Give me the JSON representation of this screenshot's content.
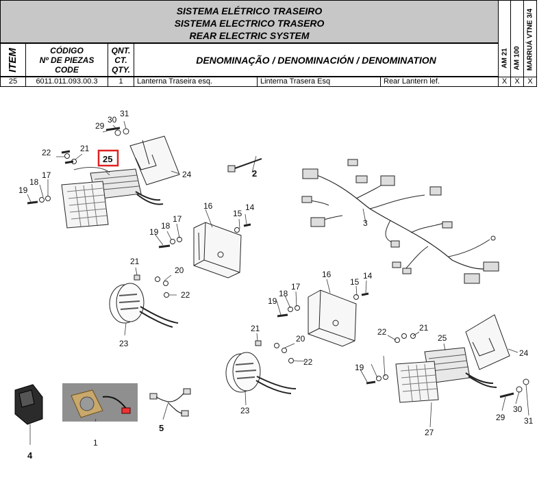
{
  "header": {
    "title_pt": "SISTEMA ELÉTRICO TRASEIRO",
    "title_es": "SISTEMA ELECTRICO TRASERO",
    "title_en": "REAR ELECTRIC SYSTEM",
    "col_item": "ITEM",
    "col_code_1": "CÓDIGO",
    "col_code_2": "Nº DE PIEZAS",
    "col_code_3": "CODE",
    "col_qty_1": "QNT.",
    "col_qty_2": "CT.",
    "col_qty_3": "QTY.",
    "col_denomination": "DENOMINAÇÃO / DENOMINACIÓN / DENOMINATION",
    "models": [
      "AM 21",
      "AM 100",
      "MARRUÁ VTNE 3/4"
    ]
  },
  "row": {
    "item": "25",
    "code": "6011.011.093.00.3",
    "qty": "1",
    "desc_pt": "Lanterna Traseira esq.",
    "desc_es": "Linterna Trasera Esq",
    "desc_en": "Rear Lantern  lef.",
    "marks": [
      "X",
      "X",
      "X"
    ]
  },
  "callouts": {
    "c1": "1",
    "c2": "2",
    "c3": "3",
    "c4": "4",
    "c5": "5",
    "c14a": "14",
    "c14b": "14",
    "c15a": "15",
    "c15b": "15",
    "c16a": "16",
    "c16b": "16",
    "c17a": "17",
    "c17b": "17",
    "c17c": "17",
    "c18a": "18",
    "c18b": "18",
    "c18c": "18",
    "c19a": "19",
    "c19b": "19",
    "c19c": "19",
    "c19d": "19",
    "c20a": "20",
    "c20b": "20",
    "c21a": "21",
    "c21b": "21",
    "c21c": "21",
    "c21d": "21",
    "c22a": "22",
    "c22b": "22",
    "c22c": "22",
    "c22d": "22",
    "c23a": "23",
    "c23b": "23",
    "c24a": "24",
    "c24b": "24",
    "c25a": "25",
    "c25b": "25",
    "c27": "27",
    "c29a": "29",
    "c29b": "29",
    "c30a": "30",
    "c30b": "30",
    "c31a": "31",
    "c31b": "31"
  },
  "colors": {
    "header_bg": "#c7c7c7",
    "highlight": "#e02020"
  }
}
